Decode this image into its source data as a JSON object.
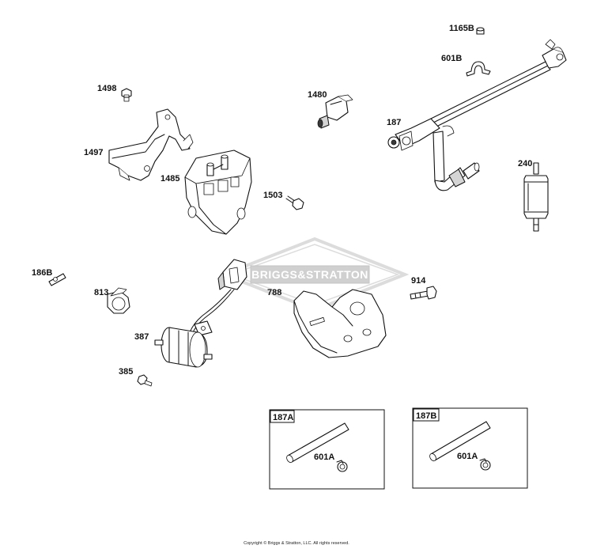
{
  "watermark": {
    "brand_text": "BRIGGS&STRATTON",
    "color": "#d0d0d0"
  },
  "part_labels": {
    "p1165B": "1165B",
    "p601B": "601B",
    "p1498": "1498",
    "p1480": "1480",
    "p187": "187",
    "p1497": "1497",
    "p1485": "1485",
    "p1503": "1503",
    "p240": "240",
    "p186B": "186B",
    "p914": "914",
    "p813": "813",
    "p788": "788",
    "p387": "387",
    "p385": "385"
  },
  "kit_boxes": [
    {
      "title": "187A",
      "sub_label": "601A"
    },
    {
      "title": "187B",
      "sub_label": "601A"
    }
  ],
  "footer": {
    "copyright": "Copyright © Briggs & Stratton, LLC. All rights reserved."
  }
}
